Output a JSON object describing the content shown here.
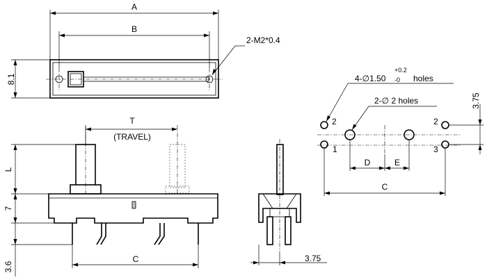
{
  "top_view": {
    "dim_a": "A",
    "dim_b": "B",
    "dim_height": "8.1",
    "screw_note": "2-M2*0.4"
  },
  "side_view": {
    "dim_travel_letter": "T",
    "dim_travel_word": "(TRAVEL)",
    "dim_l": "L",
    "dim_7": "7",
    "dim_3_6": "3.6",
    "dim_c": "C"
  },
  "end_view": {
    "dim_3_75": "3.75"
  },
  "pcb_layout": {
    "holes_prefix": "4-∅",
    "holes_value": "1.50",
    "tol_plus": "+0.2",
    "tol_minus": "-0",
    "holes_suffix": " holes",
    "big_holes_note": "2-∅ 2 holes",
    "dim_3_75": "3.75",
    "dim_d": "D",
    "dim_e": "E",
    "dim_c": "C",
    "pin_2_left": "2",
    "pin_1": "1",
    "pin_2_right": "2",
    "pin_3": "3"
  }
}
